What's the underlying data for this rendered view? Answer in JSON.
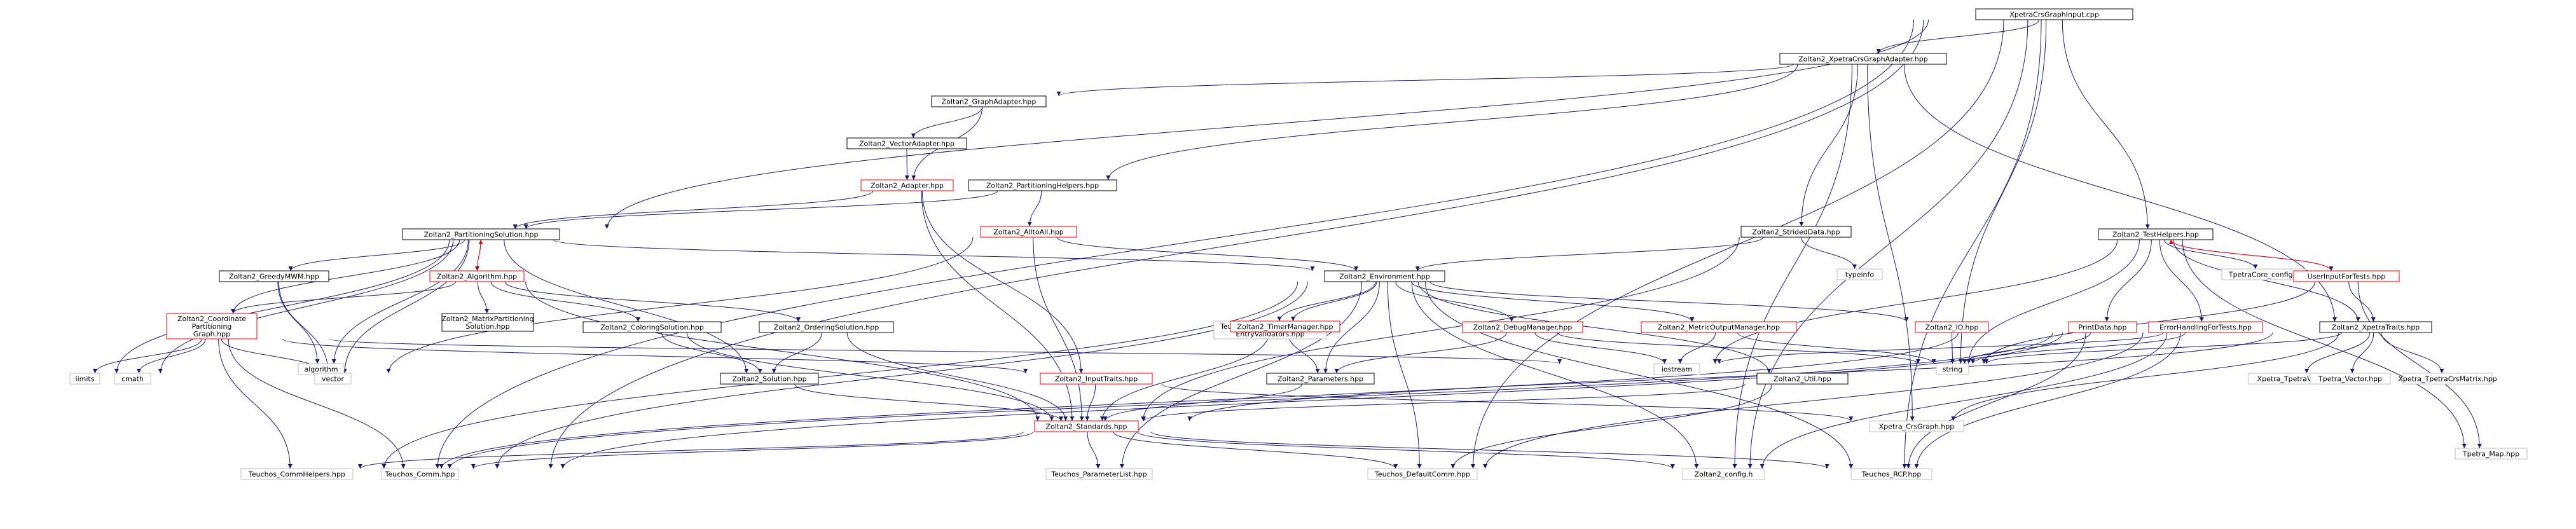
{
  "palette": {
    "edge": "#191970",
    "edge_red": "#ff0000",
    "box_black": "#000000",
    "box_red": "#ff0000",
    "box_gray": "#bfbfbf",
    "root_fill": "#bfbfbf"
  },
  "nodes": [
    {
      "id": "root",
      "lines": [
        "XpetraCrsGraphInput.cpp"
      ],
      "style": "root"
    },
    {
      "id": "xcga",
      "lines": [
        "Zoltan2_XpetraCrsGraphAdapter.hpp"
      ],
      "style": "black"
    },
    {
      "id": "ga",
      "lines": [
        "Zoltan2_GraphAdapter.hpp"
      ],
      "style": "black"
    },
    {
      "id": "va",
      "lines": [
        "Zoltan2_VectorAdapter.hpp"
      ],
      "style": "black"
    },
    {
      "id": "ad",
      "lines": [
        "Zoltan2_Adapter.hpp"
      ],
      "style": "red"
    },
    {
      "id": "ph",
      "lines": [
        "Zoltan2_PartitioningHelpers.hpp"
      ],
      "style": "black"
    },
    {
      "id": "ps",
      "lines": [
        "Zoltan2_PartitioningSolution.hpp"
      ],
      "style": "black"
    },
    {
      "id": "ata",
      "lines": [
        "Zoltan2_AlltoAll.hpp"
      ],
      "style": "red"
    },
    {
      "id": "sd",
      "lines": [
        "Zoltan2_StridedData.hpp"
      ],
      "style": "black"
    },
    {
      "id": "ti",
      "lines": [
        "typeinfo"
      ],
      "style": "gray"
    },
    {
      "id": "th",
      "lines": [
        "Zoltan2_TestHelpers.hpp"
      ],
      "style": "black"
    },
    {
      "id": "tcc",
      "lines": [
        "TpetraCore_config.h"
      ],
      "style": "gray"
    },
    {
      "id": "uift",
      "lines": [
        "UserInputForTests.hpp"
      ],
      "style": "red"
    },
    {
      "id": "tm",
      "lines": [
        "Tpetra_Map.hpp"
      ],
      "style": "gray"
    },
    {
      "id": "gmwm",
      "lines": [
        "Zoltan2_GreedyMWM.hpp"
      ],
      "style": "black"
    },
    {
      "id": "alg",
      "lines": [
        "Zoltan2_Algorithm.hpp"
      ],
      "style": "red"
    },
    {
      "id": "env",
      "lines": [
        "Zoltan2_Environment.hpp"
      ],
      "style": "black"
    },
    {
      "id": "cpg",
      "lines": [
        "Zoltan2_Coordinate",
        "Partitioning",
        "Graph.hpp"
      ],
      "style": "red"
    },
    {
      "id": "mps",
      "lines": [
        "Zoltan2_MatrixPartitioning",
        "Solution.hpp"
      ],
      "style": "black"
    },
    {
      "id": "cs",
      "lines": [
        "Zoltan2_ColoringSolution.hpp"
      ],
      "style": "black"
    },
    {
      "id": "os",
      "lines": [
        "Zoltan2_OrderingSolution.hpp"
      ],
      "style": "black"
    },
    {
      "id": "tspev",
      "lines": [
        "Teuchos_StandardParameter",
        "EntryValidators.hpp"
      ],
      "style": "gray"
    },
    {
      "id": "tmm",
      "lines": [
        "Zoltan2_TimerManager.hpp"
      ],
      "style": "red"
    },
    {
      "id": "dm",
      "lines": [
        "Zoltan2_DebugManager.hpp"
      ],
      "style": "red"
    },
    {
      "id": "mom",
      "lines": [
        "Zoltan2_MetricOutputManager.hpp"
      ],
      "style": "red"
    },
    {
      "id": "io",
      "lines": [
        "Zoltan2_IO.hpp"
      ],
      "style": "red"
    },
    {
      "id": "pd",
      "lines": [
        "PrintData.hpp"
      ],
      "style": "red"
    },
    {
      "id": "ehft",
      "lines": [
        "ErrorHandlingForTests.hpp"
      ],
      "style": "red"
    },
    {
      "id": "xt",
      "lines": [
        "Zoltan2_XpetraTraits.hpp"
      ],
      "style": "black"
    },
    {
      "id": "algorithm",
      "lines": [
        "algorithm"
      ],
      "style": "gray"
    },
    {
      "id": "limits",
      "lines": [
        "limits"
      ],
      "style": "gray"
    },
    {
      "id": "cmath",
      "lines": [
        "cmath"
      ],
      "style": "gray"
    },
    {
      "id": "vector",
      "lines": [
        "vector"
      ],
      "style": "gray"
    },
    {
      "id": "sol",
      "lines": [
        "Zoltan2_Solution.hpp"
      ],
      "style": "black"
    },
    {
      "id": "it",
      "lines": [
        "Zoltan2_InputTraits.hpp"
      ],
      "style": "red"
    },
    {
      "id": "par",
      "lines": [
        "Zoltan2_Parameters.hpp"
      ],
      "style": "black"
    },
    {
      "id": "iostream",
      "lines": [
        "iostream"
      ],
      "style": "gray"
    },
    {
      "id": "string",
      "lines": [
        "string"
      ],
      "style": "gray"
    },
    {
      "id": "util",
      "lines": [
        "Zoltan2_Util.hpp"
      ],
      "style": "black"
    },
    {
      "id": "xtv",
      "lines": [
        "Xpetra_TpetraVector.hpp"
      ],
      "style": "gray"
    },
    {
      "id": "tv",
      "lines": [
        "Tpetra_Vector.hpp"
      ],
      "style": "gray"
    },
    {
      "id": "xtcm",
      "lines": [
        "Xpetra_TpetraCrsMatrix.hpp"
      ],
      "style": "gray"
    },
    {
      "id": "std",
      "lines": [
        "Zoltan2_Standards.hpp"
      ],
      "style": "red"
    },
    {
      "id": "xcg",
      "lines": [
        "Xpetra_CrsGraph.hpp"
      ],
      "style": "gray"
    },
    {
      "id": "tch",
      "lines": [
        "Teuchos_CommHelpers.hpp"
      ],
      "style": "gray"
    },
    {
      "id": "tc",
      "lines": [
        "Teuchos_Comm.hpp"
      ],
      "style": "gray"
    },
    {
      "id": "tpl",
      "lines": [
        "Teuchos_ParameterList.hpp"
      ],
      "style": "gray"
    },
    {
      "id": "tdc",
      "lines": [
        "Teuchos_DefaultComm.hpp"
      ],
      "style": "gray"
    },
    {
      "id": "zc",
      "lines": [
        "Zoltan2_config.h"
      ],
      "style": "gray"
    },
    {
      "id": "trcp",
      "lines": [
        "Teuchos_RCP.hpp"
      ],
      "style": "gray"
    }
  ]
}
